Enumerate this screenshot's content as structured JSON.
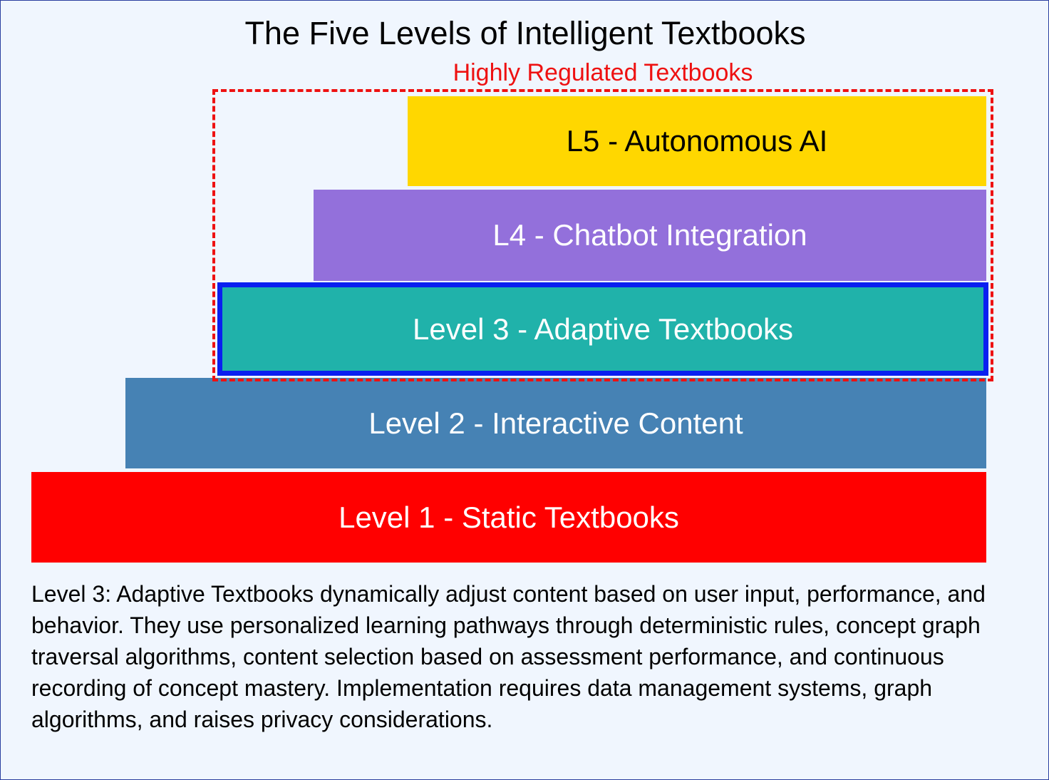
{
  "title": "The Five Levels of Intelligent Textbooks",
  "regulated_zone": {
    "label": "Highly Regulated Textbooks",
    "color": "#ee1111"
  },
  "levels": [
    {
      "label": "Level 1 - Static Textbooks",
      "fill": "#ff0000",
      "text_color": "#ffffff"
    },
    {
      "label": "Level 2 - Interactive Content",
      "fill": "#4682b4",
      "text_color": "#ffffff"
    },
    {
      "label": "Level 3 - Adaptive Textbooks",
      "fill": "#20b2aa",
      "text_color": "#ffffff",
      "highlighted": true,
      "highlight_color": "#0a1ff0"
    },
    {
      "label": "L4 - Chatbot Integration",
      "fill": "#9370db",
      "text_color": "#ffffff"
    },
    {
      "label": "L5 - Autonomous AI",
      "fill": "#ffd700",
      "text_color": "#000000"
    }
  ],
  "description": "Level 3: Adaptive Textbooks dynamically adjust content based on user input, performance, and behavior. They use personalized learning pathways through deterministic rules, concept graph traversal algorithms, content selection based on assessment performance, and continuous recording of concept mastery. Implementation requires data management systems, graph algorithms, and raises privacy considerations."
}
